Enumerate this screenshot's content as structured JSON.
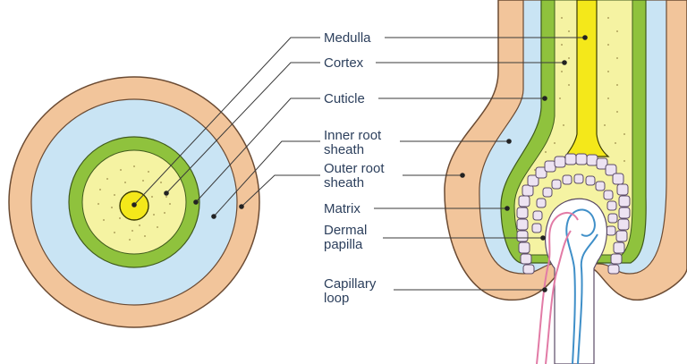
{
  "labels": {
    "medulla": "Medulla",
    "cortex": "Cortex",
    "cuticle": "Cuticle",
    "inner_root_1": "Inner root",
    "inner_root_2": "sheath",
    "outer_root_1": "Outer root",
    "outer_root_2": "sheath",
    "matrix": "Matrix",
    "dermal_1": "Dermal",
    "dermal_2": "papilla",
    "capillary_1": "Capillary",
    "capillary_2": "loop"
  },
  "colors": {
    "dermis": "#f2c59b",
    "outer_root_sheath": "#c9e4f4",
    "inner_root_sheath": "#8fc23d",
    "cortex": "#f5f3a2",
    "medulla": "#f4e81a",
    "matrix_cell": "#ede3f2",
    "artery": "#e27ba6",
    "vein": "#3f8fc8",
    "outline": "#6b4b33"
  }
}
